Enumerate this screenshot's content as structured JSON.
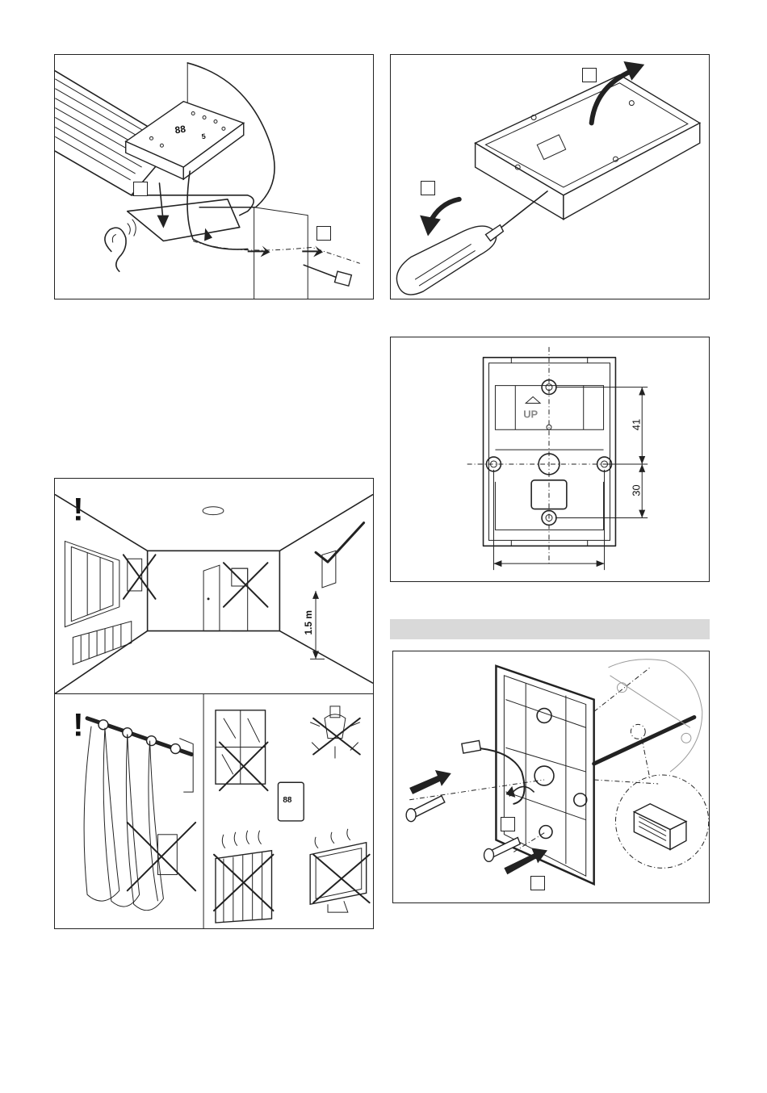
{
  "figures": {
    "wall_base_plate": {
      "up_label": "UP",
      "dim_upper": "41",
      "dim_lower": "30"
    },
    "room_placement": {
      "warning_mark": "!",
      "height_label": "1.5 m"
    },
    "avoid_locations": {
      "warning_mark": "!"
    }
  }
}
